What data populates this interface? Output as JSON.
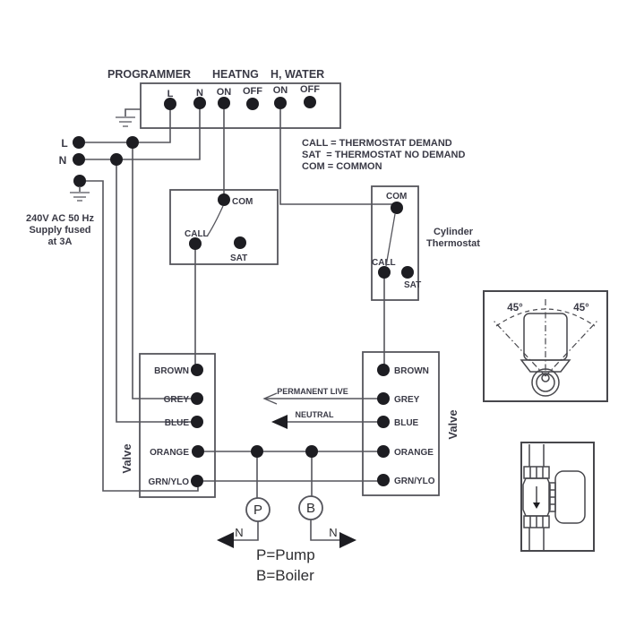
{
  "colors": {
    "wire": "#55555c",
    "text": "#3a3a46",
    "dot": "#1d1d22",
    "annot": "#2e2e31",
    "figline": "#47474c"
  },
  "title": {
    "part1": "PROGRAMMER",
    "part2": "HEATNG",
    "part3": "H, WATER"
  },
  "programmer_terminals": [
    "L",
    "N",
    "ON",
    "OFF",
    "ON",
    "OFF"
  ],
  "supply": {
    "live": "L",
    "neutral": "N",
    "line1": "240V AC 50 Hz",
    "line2": "Supply fused",
    "line3": "at 3A"
  },
  "legend": {
    "line1": "CALL = THERMOSTAT DEMAND",
    "line2": "SAT  = THERMOSTAT NO DEMAND",
    "line3": "COM = COMMON"
  },
  "room_stat": {
    "com": "COM",
    "call": "CALL",
    "sat": "SAT"
  },
  "cyl_stat": {
    "com": "COM",
    "call": "CALL",
    "sat": "SAT",
    "name1": "Cylinder",
    "name2": "Thermostat"
  },
  "left_valve": {
    "name": "Valve",
    "t1": "BROWN",
    "t2": "GREY",
    "t3": "BLUE",
    "t4": "ORANGE",
    "t5": "GRN/YLO"
  },
  "right_valve": {
    "name": "Valve",
    "t1": "BROWN",
    "t2": "GREY",
    "t3": "BLUE",
    "t4": "ORANGE",
    "t5": "GRN/YLO"
  },
  "wire_labels": {
    "permanent_live": "PERMANENT LIVE",
    "neutral": "NEUTRAL"
  },
  "pump": {
    "symbol": "P",
    "n_label": "N"
  },
  "boiler": {
    "symbol": "B",
    "n_label": "N"
  },
  "notes": {
    "pump": "P=Pump",
    "boiler": "B=Boiler"
  },
  "angle_box": {
    "left_angle": "45°",
    "right_angle": "45°"
  }
}
